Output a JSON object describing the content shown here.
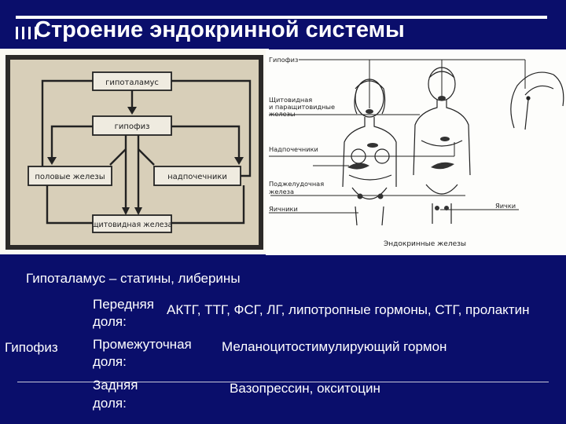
{
  "title": "Строение эндокринной системы",
  "flowchart": {
    "hypothalamus": "гипоталамус",
    "pituitary": "гипофиз",
    "gonads": "половые железы",
    "adrenals": "надпочечники",
    "thyroid": "щитовидная железа"
  },
  "anatomy": {
    "pituitary": "Гипофиз",
    "thyroid_line1": "Щитовидная",
    "thyroid_line2": "и паращитовидные",
    "thyroid_line3": "железы",
    "adrenals": "Надпочечники",
    "pancreas_line1": "Поджелудочная",
    "pancreas_line2": "железа",
    "ovaries": "Яичники",
    "testes": "Яички",
    "caption": "Эндокринные железы"
  },
  "hypothalamus_note": "Гипоталамус – статины, либерины",
  "pituitary_table": {
    "label": "Гипофиз",
    "rows": [
      {
        "lobe_line1": "Передняя",
        "lobe_line2": "доля:",
        "hormones": "АКТГ, ТТГ, ФСГ, ЛГ, липотропные гормоны, СТГ, пролактин"
      },
      {
        "lobe_line1": "Промежуточная",
        "lobe_line2": "доля:",
        "hormones": "Меланоцитостимулирующий гормон"
      },
      {
        "lobe_line1": "Задняя",
        "lobe_line2": "доля:",
        "hormones": "Вазопрессин, окситоцин"
      }
    ]
  }
}
